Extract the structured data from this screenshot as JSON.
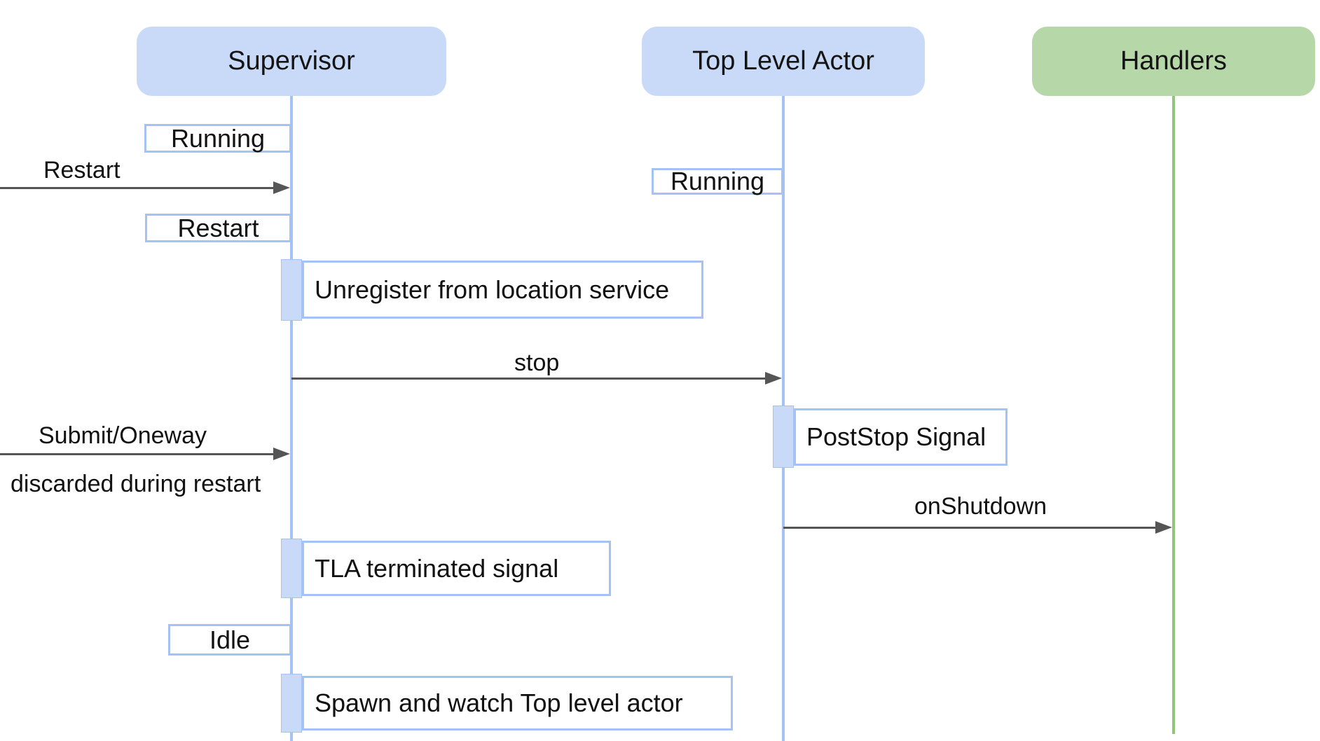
{
  "diagram": {
    "type": "sequence-diagram",
    "actors": [
      {
        "id": "supervisor",
        "label": "Supervisor",
        "color": "#c9daf8",
        "lifeline_color": "#a4c2f4"
      },
      {
        "id": "top-level-actor",
        "label": "Top Level Actor",
        "color": "#c9daf8",
        "lifeline_color": "#a4c2f4"
      },
      {
        "id": "handlers",
        "label": "Handlers",
        "color": "#b6d7a8",
        "lifeline_color": "#93c47d"
      }
    ],
    "state_boxes": [
      {
        "actor": "supervisor",
        "label": "Running"
      },
      {
        "actor": "supervisor",
        "label": "Restart"
      },
      {
        "actor": "top-level-actor",
        "label": "Running"
      },
      {
        "actor": "supervisor",
        "label": "Idle"
      }
    ],
    "action_boxes": [
      {
        "actor": "supervisor",
        "label": "Unregister from location service"
      },
      {
        "actor": "top-level-actor",
        "label": "PostStop Signal"
      },
      {
        "actor": "supervisor",
        "label": "TLA terminated signal"
      },
      {
        "actor": "supervisor",
        "label": "Spawn and watch Top level actor"
      }
    ],
    "messages": [
      {
        "label": "Restart",
        "from": "external",
        "to": "supervisor"
      },
      {
        "label": "stop",
        "from": "supervisor",
        "to": "top-level-actor"
      },
      {
        "label": "Submit/Oneway",
        "sublabel": "discarded during restart",
        "from": "external",
        "to": "supervisor"
      },
      {
        "label": "onShutdown",
        "from": "top-level-actor",
        "to": "handlers"
      }
    ],
    "colors": {
      "actor_blue_fill": "#c9daf8",
      "actor_green_fill": "#b6d7a8",
      "lifeline_blue": "#a4c2f4",
      "lifeline_green": "#93c47d",
      "box_border_blue": "#a4c2f4",
      "arrow_gray": "#555555",
      "text": "#111111",
      "background": "#ffffff"
    }
  }
}
